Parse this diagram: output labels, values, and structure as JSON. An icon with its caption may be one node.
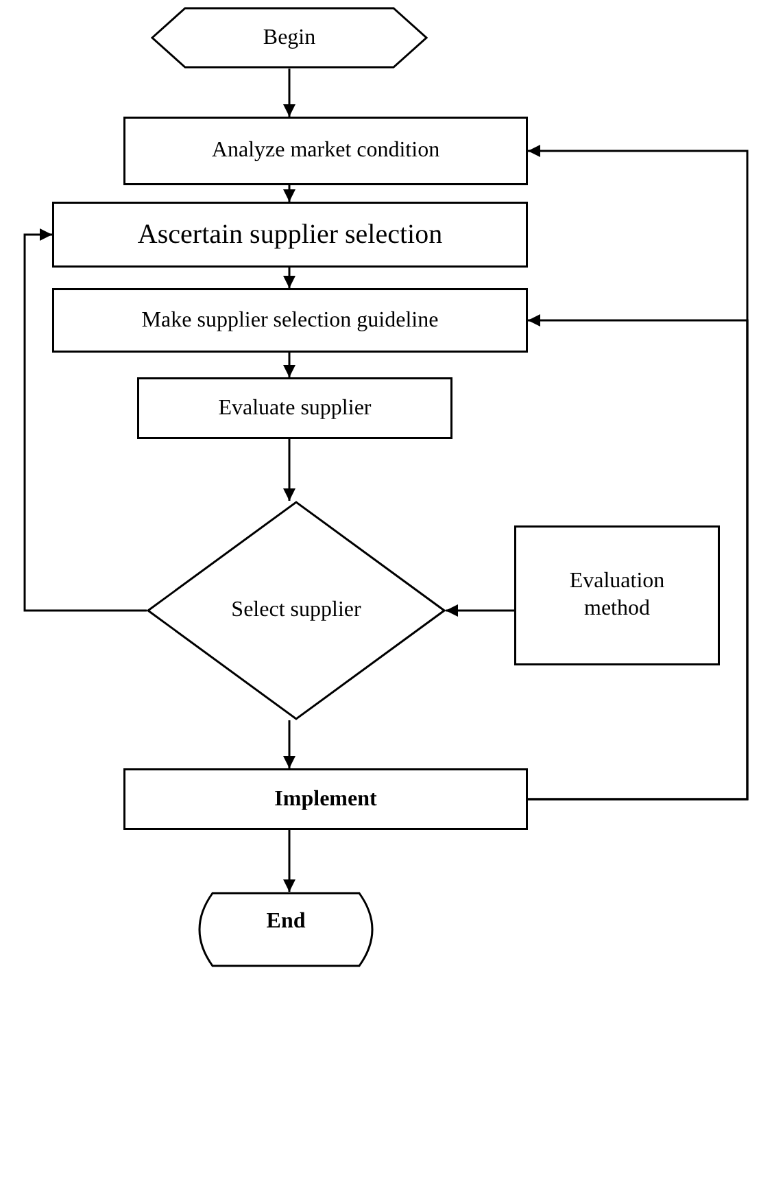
{
  "diagram": {
    "nodes": [
      {
        "text": [
          "Begin"
        ]
      },
      {
        "text": [
          "Analyze market condition"
        ]
      },
      {
        "text": [
          "Ascertain supplier selection"
        ]
      },
      {
        "text": [
          "Make supplier selection guideline"
        ]
      },
      {
        "text": [
          "Evaluate supplier"
        ]
      },
      {
        "text": [
          "Select supplier"
        ]
      },
      {
        "text": [
          "Evaluation method"
        ]
      },
      {
        "text": [
          "Implement"
        ]
      },
      {
        "text": [
          "End"
        ]
      }
    ],
    "edges": [
      {
        "from": 0,
        "to": 1,
        "arrow": "to"
      },
      {
        "from": 1,
        "to": 2,
        "arrow": "to"
      },
      {
        "from": 2,
        "to": 3,
        "arrow": "to"
      },
      {
        "from": 3,
        "to": 4,
        "arrow": "to"
      },
      {
        "from": 4,
        "to": 5,
        "arrow": "to"
      },
      {
        "from": 6,
        "to": 5,
        "arrow": "to"
      },
      {
        "from": 5,
        "to": 2,
        "arrow": "to"
      },
      {
        "from": 5,
        "to": 7,
        "arrow": "to"
      },
      {
        "from": 7,
        "to": 1,
        "arrow": "to"
      },
      {
        "from": 7,
        "to": 3,
        "arrow": "to"
      },
      {
        "from": 7,
        "to": 8,
        "arrow": "to"
      }
    ]
  }
}
